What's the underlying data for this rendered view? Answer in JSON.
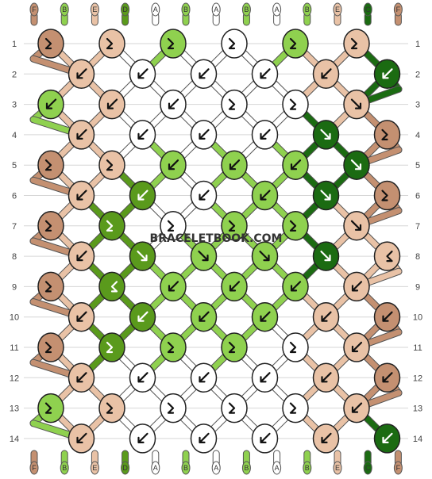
{
  "watermark": "BRACELETBOOK.COM",
  "colors": {
    "A": "#ffffff",
    "B": "#8fd14f",
    "C": "#1b6b12",
    "D": "#5a9a1c",
    "E": "#e9c2a6",
    "F": "#c49071"
  },
  "top_strings": [
    "F",
    "B",
    "E",
    "D",
    "A",
    "B",
    "A",
    "B",
    "A",
    "B",
    "E",
    "C",
    "F"
  ],
  "bottom_strings": [
    "F",
    "B",
    "E",
    "D",
    "A",
    "B",
    "A",
    "B",
    "A",
    "B",
    "E",
    "C",
    "F"
  ],
  "row_labels": [
    "1",
    "2",
    "3",
    "4",
    "5",
    "6",
    "7",
    "8",
    "9",
    "10",
    "11",
    "12",
    "13",
    "14"
  ],
  "knots": [
    [
      {
        "c": "F",
        "d": "fb"
      },
      {
        "c": "E",
        "d": "fb"
      },
      {
        "c": "B",
        "d": "fb"
      },
      {
        "c": "A",
        "d": "fb"
      },
      {
        "c": "B",
        "d": "fb"
      },
      {
        "c": "E",
        "d": "fb"
      }
    ],
    [
      {
        "c": "E",
        "d": "b"
      },
      {
        "c": "A",
        "d": "b"
      },
      {
        "c": "A",
        "d": "b"
      },
      {
        "c": "A",
        "d": "b"
      },
      {
        "c": "E",
        "d": "b"
      },
      {
        "c": "C",
        "d": "b"
      }
    ],
    [
      {
        "c": "B",
        "d": "b"
      },
      {
        "c": "E",
        "d": "b"
      },
      {
        "c": "A",
        "d": "b"
      },
      {
        "c": "A",
        "d": "fb"
      },
      {
        "c": "A",
        "d": "fb"
      },
      {
        "c": "E",
        "d": "f"
      }
    ],
    [
      {
        "c": "E",
        "d": "b"
      },
      {
        "c": "A",
        "d": "b"
      },
      {
        "c": "A",
        "d": "b"
      },
      {
        "c": "A",
        "d": "b"
      },
      {
        "c": "C",
        "d": "f"
      },
      {
        "c": "F",
        "d": "fb"
      }
    ],
    [
      {
        "c": "F",
        "d": "fb"
      },
      {
        "c": "E",
        "d": "fb"
      },
      {
        "c": "B",
        "d": "b"
      },
      {
        "c": "B",
        "d": "b"
      },
      {
        "c": "B",
        "d": "b"
      },
      {
        "c": "C",
        "d": "f"
      }
    ],
    [
      {
        "c": "E",
        "d": "b"
      },
      {
        "c": "D",
        "d": "b"
      },
      {
        "c": "A",
        "d": "b"
      },
      {
        "c": "B",
        "d": "b"
      },
      {
        "c": "C",
        "d": "f"
      },
      {
        "c": "F",
        "d": "fb"
      }
    ],
    [
      {
        "c": "F",
        "d": "fb"
      },
      {
        "c": "D",
        "d": "fb"
      },
      {
        "c": "A",
        "d": "fb"
      },
      {
        "c": "B",
        "d": "fb"
      },
      {
        "c": "B",
        "d": "fb"
      },
      {
        "c": "E",
        "d": "f"
      }
    ],
    [
      {
        "c": "E",
        "d": "b"
      },
      {
        "c": "D",
        "d": "f"
      },
      {
        "c": "B",
        "d": "f"
      },
      {
        "c": "B",
        "d": "f"
      },
      {
        "c": "C",
        "d": "f"
      },
      {
        "c": "E",
        "d": "bf"
      }
    ],
    [
      {
        "c": "F",
        "d": "fb"
      },
      {
        "c": "D",
        "d": "bf"
      },
      {
        "c": "B",
        "d": "b"
      },
      {
        "c": "B",
        "d": "b"
      },
      {
        "c": "B",
        "d": "b"
      },
      {
        "c": "E",
        "d": "bk"
      }
    ],
    [
      {
        "c": "E",
        "d": "b"
      },
      {
        "c": "D",
        "d": "b"
      },
      {
        "c": "B",
        "d": "b"
      },
      {
        "c": "B",
        "d": "b"
      },
      {
        "c": "E",
        "d": "b"
      },
      {
        "c": "F",
        "d": "b"
      }
    ],
    [
      {
        "c": "F",
        "d": "fb"
      },
      {
        "c": "D",
        "d": "fb"
      },
      {
        "c": "B",
        "d": "fb"
      },
      {
        "c": "B",
        "d": "fb"
      },
      {
        "c": "A",
        "d": "fb"
      },
      {
        "c": "E",
        "d": "b"
      }
    ],
    [
      {
        "c": "E",
        "d": "b"
      },
      {
        "c": "A",
        "d": "b"
      },
      {
        "c": "A",
        "d": "b"
      },
      {
        "c": "A",
        "d": "b"
      },
      {
        "c": "E",
        "d": "b"
      },
      {
        "c": "F",
        "d": "b"
      }
    ],
    [
      {
        "c": "B",
        "d": "fb"
      },
      {
        "c": "E",
        "d": "fb"
      },
      {
        "c": "A",
        "d": "fb"
      },
      {
        "c": "A",
        "d": "fb"
      },
      {
        "c": "A",
        "d": "fb"
      },
      {
        "c": "E",
        "d": "b"
      }
    ],
    [
      {
        "c": "E",
        "d": "b"
      },
      {
        "c": "A",
        "d": "b"
      },
      {
        "c": "A",
        "d": "b"
      },
      {
        "c": "A",
        "d": "b"
      },
      {
        "c": "E",
        "d": "b"
      },
      {
        "c": "C",
        "d": "b"
      }
    ]
  ]
}
